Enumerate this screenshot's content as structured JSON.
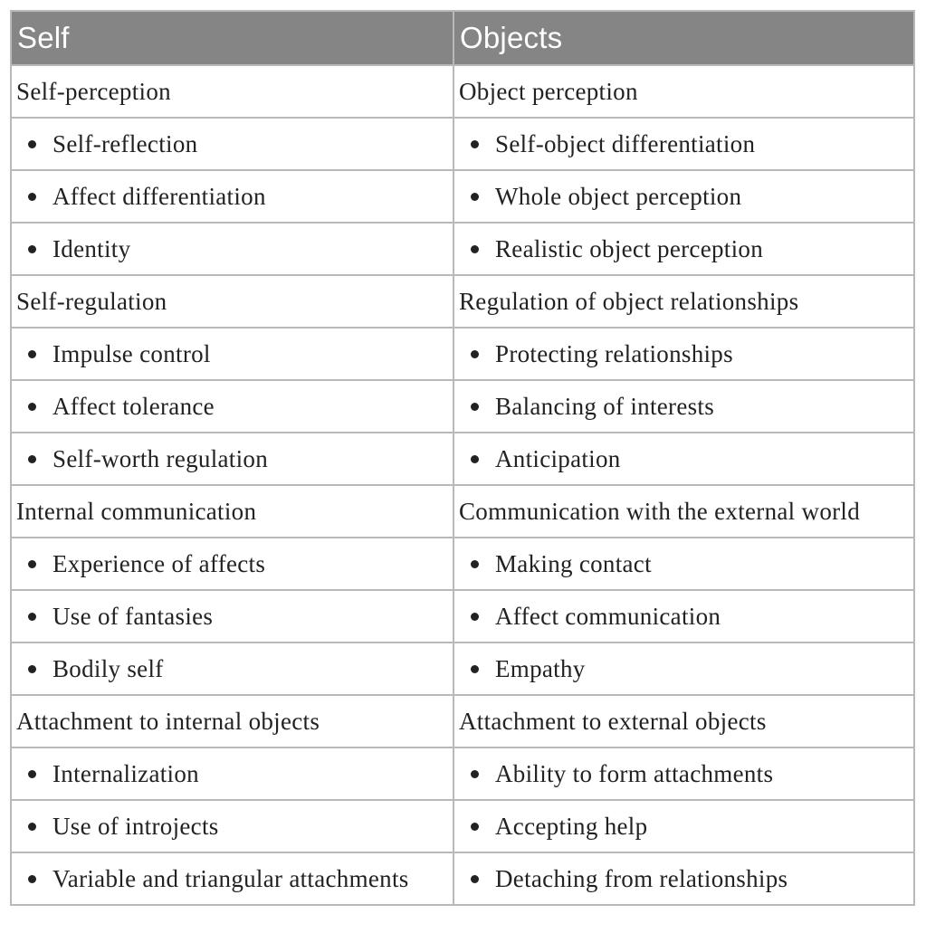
{
  "header": {
    "col1": "Self",
    "col2": "Objects"
  },
  "rows": [
    {
      "self": "Self-perception",
      "objects": "Object perception",
      "sub": false
    },
    {
      "self": "Self-reflection",
      "objects": "Self-object differentiation",
      "sub": true
    },
    {
      "self": "Affect differentiation",
      "objects": "Whole object perception",
      "sub": true
    },
    {
      "self": "Identity",
      "objects": "Realistic object perception",
      "sub": true
    },
    {
      "self": "Self-regulation",
      "objects": "Regulation of object relationships",
      "sub": false
    },
    {
      "self": "Impulse control",
      "objects": "Protecting relationships",
      "sub": true
    },
    {
      "self": "Affect tolerance",
      "objects": "Balancing of interests",
      "sub": true
    },
    {
      "self": "Self-worth regulation",
      "objects": "Anticipation",
      "sub": true
    },
    {
      "self": "Internal communication",
      "objects": "Communication with the external world",
      "sub": false
    },
    {
      "self": "Experience of affects",
      "objects": "Making contact",
      "sub": true
    },
    {
      "self": "Use of fantasies",
      "objects": "Affect communication",
      "sub": true
    },
    {
      "self": "Bodily self",
      "objects": "Empathy",
      "sub": true
    },
    {
      "self": "Attachment to internal objects",
      "objects": "Attachment to external objects",
      "sub": false
    },
    {
      "self": "Internalization",
      "objects": "Ability to form attachments",
      "sub": true
    },
    {
      "self": "Use of introjects",
      "objects": "Accepting help",
      "sub": true
    },
    {
      "self": "Variable and triangular attachments",
      "objects": "Detaching from relationships",
      "sub": true
    }
  ],
  "colors": {
    "header_bg": "#858585",
    "header_text": "#ffffff",
    "border": "#b9b9b9",
    "text": "#222222"
  }
}
